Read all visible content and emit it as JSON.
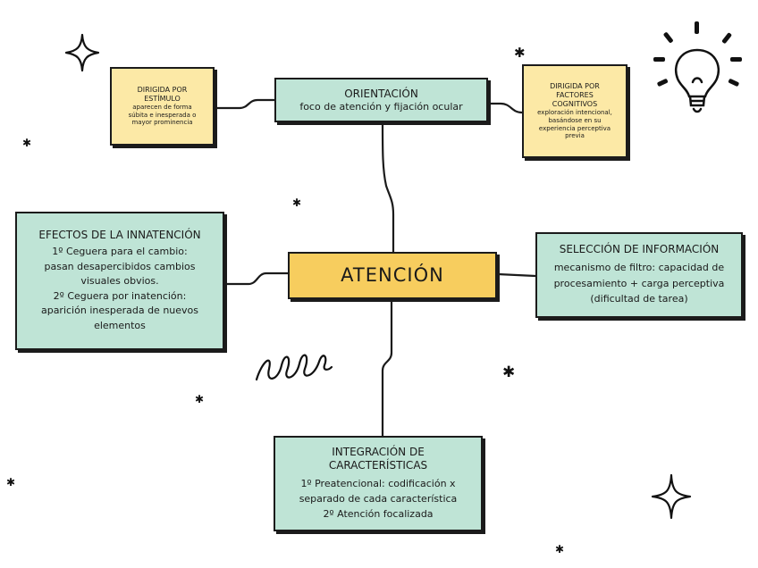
{
  "center": {
    "title": "ATENCIÓN"
  },
  "orientacion": {
    "title": "ORIENTACIÓN",
    "text": "foco de atención y fijación ocular"
  },
  "estimulo": {
    "title_lines": [
      "DIRIGIDA POR",
      "ESTÍMULO"
    ],
    "text_lines": [
      "aparecen de forma",
      "súbita e inesperada o",
      "mayor prominencia"
    ]
  },
  "cognitivos": {
    "title_lines": [
      "DIRIGIDA POR",
      "FACTORES",
      "COGNITIVOS"
    ],
    "text_lines": [
      "exploración intencional,",
      "basándose en su",
      "experiencia perceptiva",
      "previa"
    ]
  },
  "efectos": {
    "title": "EFECTOS DE LA INNATENCIÓN",
    "lines": [
      "1º Ceguera para el cambio:",
      "pasan desapercibidos cambios",
      "visuales obvios.",
      "2º  Ceguera por inatención:",
      "aparición inesperada de nuevos",
      "elementos"
    ]
  },
  "seleccion": {
    "title": "SELECCIÓN DE INFORMACIÓN",
    "lines": [
      "mecanismo de filtro: capacidad de",
      "procesamiento + carga perceptiva",
      "(dificultad de tarea)"
    ]
  },
  "integracion": {
    "title_lines": [
      "INTEGRACIÓN DE",
      "CARACTERÍSTICAS"
    ],
    "lines": [
      "1º Preatencional: codificación x",
      "separado de cada característica",
      "2º Atención focalizada"
    ]
  },
  "colors": {
    "green": "#bfe4d6",
    "yellow": "#fce9a6",
    "center": "#f7cd5e",
    "ink": "#1b1b1b"
  },
  "icons": [
    "lightbulb-icon",
    "sparkle-icon",
    "star-icon",
    "swirl-doodle"
  ]
}
